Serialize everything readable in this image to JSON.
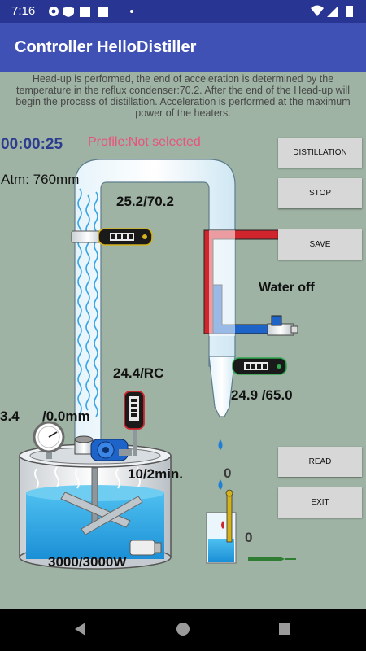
{
  "status_bar": {
    "time": "7:16"
  },
  "app_bar": {
    "title": "Controller HelloDistiller"
  },
  "info_text": "Head-up is performed, the end of acceleration is determined by the temperature in the reflux condenser:70.2. After the end of the Head-up will begin the process of distillation. Acceleration is performed at the maximum power of the heaters.",
  "timer": "00:00:25",
  "profile": "Profile:Not selected",
  "atm": "Atm: 760mm",
  "readings": {
    "column_temp": "25.2/70.2",
    "water_status": "Water off",
    "tank_temp": "24.4/RC",
    "condenser_temp": "24.9 /65.0",
    "pressure_left": "3.4",
    "pressure_right": "/0.0mm",
    "pump_rate": "10/2min.",
    "drops_count": "0",
    "collector_count": "0",
    "heater_power": "3000/3000W"
  },
  "buttons": {
    "distillation": "DISTILLATION",
    "stop": "STOP",
    "save": "SAVE",
    "read": "READ",
    "exit": "EXIT"
  },
  "colors": {
    "status_bar": "#283593",
    "app_bar": "#3f51b5",
    "background": "#9eb3a4",
    "timer": "#2c3c8f",
    "profile": "#e8537a",
    "water": "#29a9e6",
    "hot_pipe": "#d0252d",
    "cold_pipe": "#1e64c8"
  }
}
